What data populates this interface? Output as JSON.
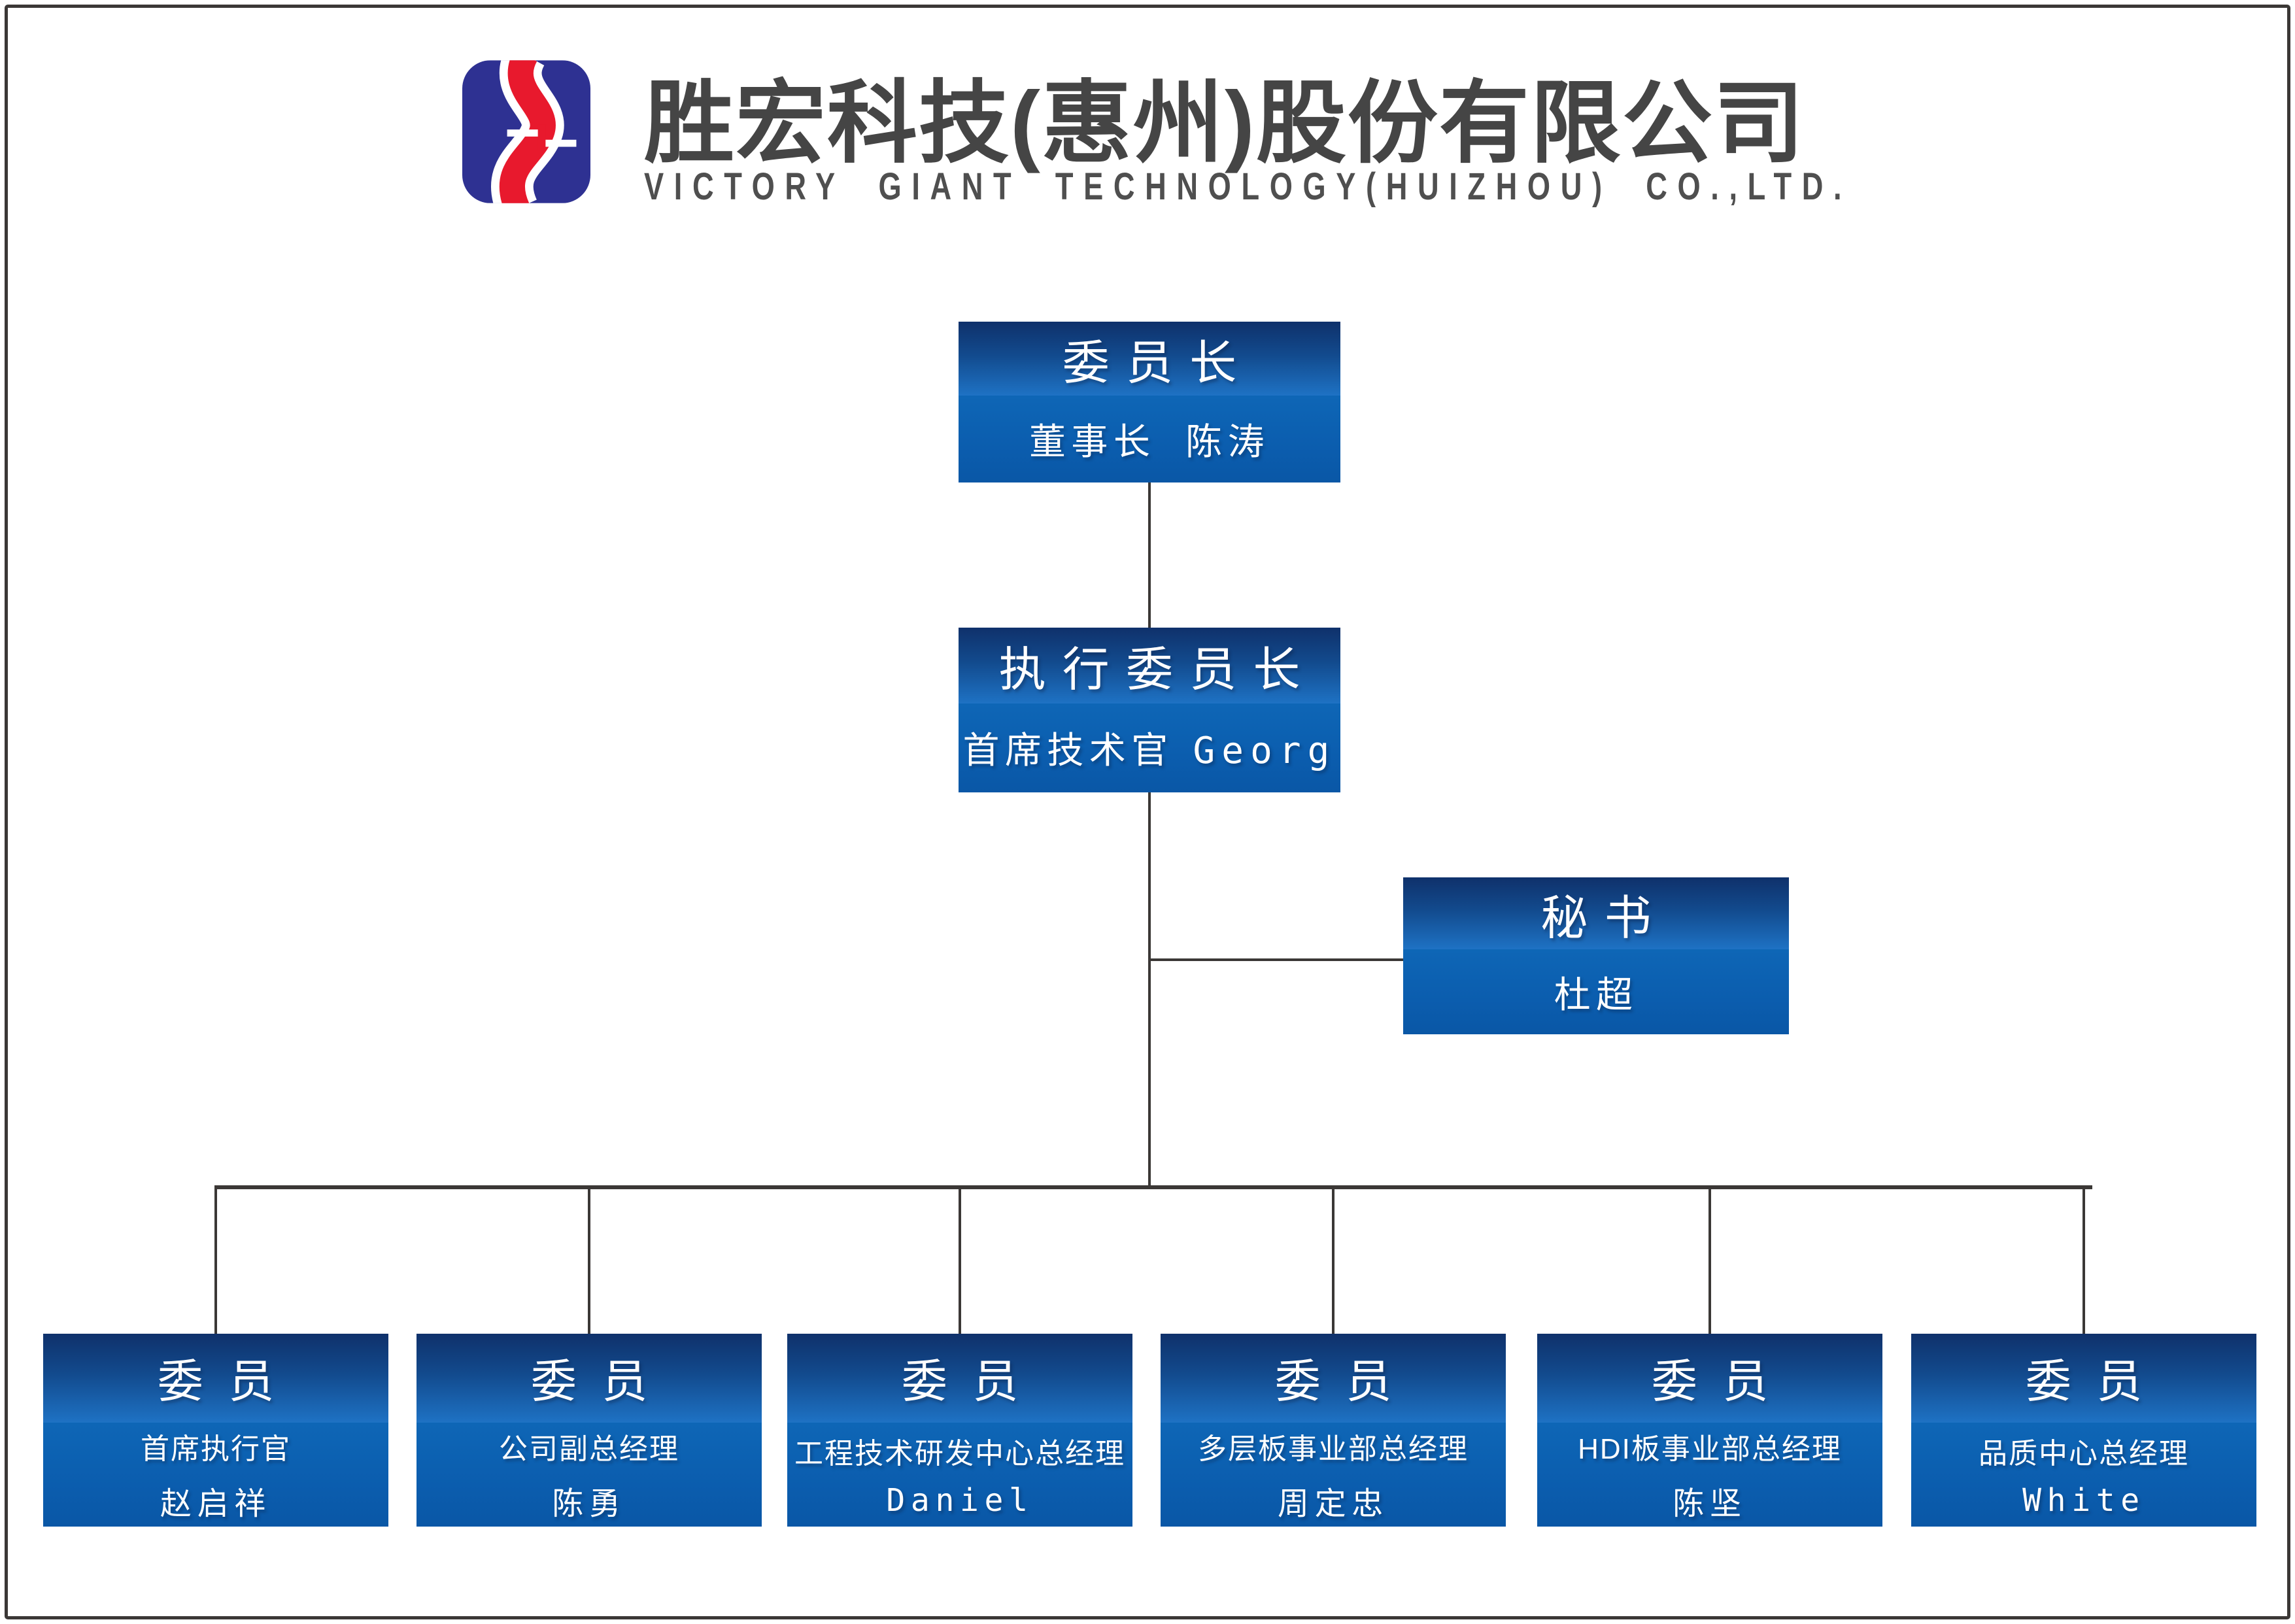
{
  "header": {
    "logo": "victory-giant-logo",
    "company_cn": "胜宏科技(惠州)股份有限公司",
    "company_en": "VICTORY GIANT TECHNOLOGY(HUIZHOU) CO.,LTD."
  },
  "colors": {
    "box_blue_dark": "#0f316b",
    "box_blue_seam": "#1e72c4",
    "box_blue_bottom": "#0a57a6",
    "connector_line": "#3b3836",
    "logo_blue": "#2e3192",
    "logo_red": "#e8192d",
    "title_gray": "#454545"
  },
  "org": {
    "chairman": {
      "title": "委员长",
      "body": "董事长 陈涛"
    },
    "executive": {
      "title": "执行委员长",
      "body_cn": "首席技术官",
      "body_en": "Georg"
    },
    "secretary": {
      "title": "秘书",
      "body": "杜超"
    },
    "member_title": "委员",
    "members": [
      {
        "dept": "首席执行官",
        "name": "赵启祥"
      },
      {
        "dept": "公司副总经理",
        "name": "陈勇"
      },
      {
        "dept": "工程技术研发中心总经理",
        "name": "Daniel"
      },
      {
        "dept": "多层板事业部总经理",
        "name": "周定忠"
      },
      {
        "dept": "HDI板事业部总经理",
        "name": "陈坚"
      },
      {
        "dept": "品质中心总经理",
        "name": "White"
      }
    ]
  }
}
